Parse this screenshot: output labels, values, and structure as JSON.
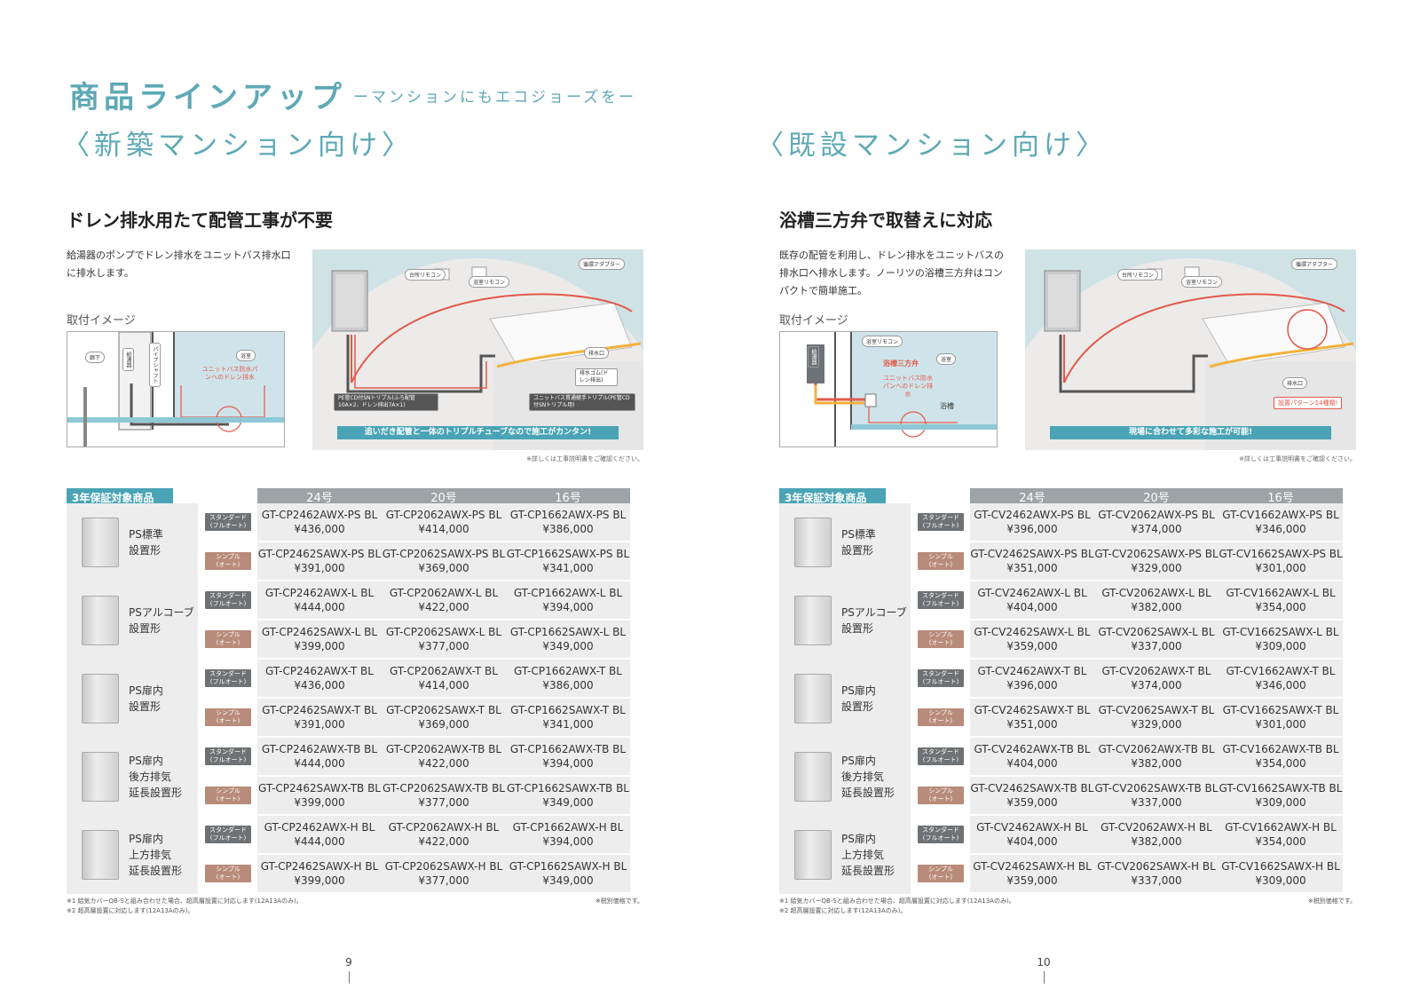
{
  "header": {
    "main_title": "商品ラインアップ",
    "sub_title": "ーマンションにもエコジョーズをー",
    "left_title": "〈新築マンション向け〉",
    "right_title": "〈既設マンション向け〉"
  },
  "left": {
    "heading": "ドレン排水用たて配管工事が不要",
    "intro": "給湯器のポンプでドレン排水をユニットバス排水口に排水します。",
    "install_label": "取付イメージ",
    "diagram_labels": [
      "廊下",
      "給湯器",
      "パイプシャフト",
      "浴室",
      "ユニットバス防水パンへのドレン排水"
    ],
    "photo_labels": [
      "台所リモコン",
      "浴室リモコン",
      "循環アダプター",
      "排水口",
      "排水ゴム(ドレン排出)",
      "PE管CD付SNトリプル(ふろ配管10A×2、ドレン排出7A×1)",
      "ユニットバス貫通継手トリプル(PE管CD付SNトリプル用)"
    ],
    "banner": "追いだき配管と一体のトリプルチューブなので施工がカンタン!",
    "note": "※詳しくは工事説明書をご確認ください。",
    "page_number": "9",
    "rows": [
      {
        "name": "PS標準\n設置形",
        "std": [
          "GT-CP2462AWX-PS BL\n¥436,000",
          "GT-CP2062AWX-PS BL\n¥414,000",
          "GT-CP1662AWX-PS BL\n¥386,000"
        ],
        "sim": [
          "GT-CP2462SAWX-PS BL\n¥391,000",
          "GT-CP2062SAWX-PS BL\n¥369,000",
          "GT-CP1662SAWX-PS BL\n¥341,000"
        ]
      },
      {
        "name": "PSアルコーブ\n設置形",
        "std": [
          "GT-CP2462AWX-L BL\n¥444,000",
          "GT-CP2062AWX-L BL\n¥422,000",
          "GT-CP1662AWX-L BL\n¥394,000"
        ],
        "sim": [
          "GT-CP2462SAWX-L BL\n¥399,000",
          "GT-CP2062SAWX-L BL\n¥377,000",
          "GT-CP1662SAWX-L BL\n¥349,000"
        ]
      },
      {
        "name": "PS扉内\n設置形",
        "std": [
          "GT-CP2462AWX-T BL\n¥436,000",
          "GT-CP2062AWX-T BL\n¥414,000",
          "GT-CP1662AWX-T BL\n¥386,000"
        ],
        "sim": [
          "GT-CP2462SAWX-T BL\n¥391,000",
          "GT-CP2062SAWX-T BL\n¥369,000",
          "GT-CP1662SAWX-T BL\n¥341,000"
        ]
      },
      {
        "name": "PS扉内\n後方排気\n延長設置形",
        "std": [
          "GT-CP2462AWX-TB BL\n¥444,000",
          "GT-CP2062AWX-TB BL\n¥422,000",
          "GT-CP1662AWX-TB BL\n¥394,000"
        ],
        "sim": [
          "GT-CP2462SAWX-TB BL\n¥399,000",
          "GT-CP2062SAWX-TB BL\n¥377,000",
          "GT-CP1662SAWX-TB BL\n¥349,000"
        ]
      },
      {
        "name": "PS扉内\n上方排気\n延長設置形",
        "std": [
          "GT-CP2462AWX-H BL\n¥444,000",
          "GT-CP2062AWX-H BL\n¥422,000",
          "GT-CP1662AWX-H BL\n¥394,000"
        ],
        "sim": [
          "GT-CP2462SAWX-H BL\n¥399,000",
          "GT-CP2062SAWX-H BL\n¥377,000",
          "GT-CP1662SAWX-H BL\n¥349,000"
        ]
      }
    ]
  },
  "right": {
    "heading": "浴槽三方弁で取替えに対応",
    "intro": "既存の配管を利用し、ドレン排水をユニットバスの排水口へ排水します。ノーリツの浴槽三方弁はコンパクトで簡単施工。",
    "install_label": "取付イメージ",
    "diagram_labels": [
      "給湯器",
      "浴室リモコン",
      "浴槽三方弁",
      "浴室",
      "ユニットバス防水パンへのドレン排水",
      "浴槽"
    ],
    "photo_labels": [
      "台所リモコン",
      "浴室リモコン",
      "循環アダプター",
      "排水口",
      "設置パターン14種類!"
    ],
    "banner": "現場に合わせて多彩な施工が可能!",
    "note": "※詳しくは工事説明書をご確認ください。",
    "page_number": "10",
    "rows": [
      {
        "name": "PS標準\n設置形",
        "std": [
          "GT-CV2462AWX-PS BL\n¥396,000",
          "GT-CV2062AWX-PS BL\n¥374,000",
          "GT-CV1662AWX-PS BL\n¥346,000"
        ],
        "sim": [
          "GT-CV2462SAWX-PS BL\n¥351,000",
          "GT-CV2062SAWX-PS BL\n¥329,000",
          "GT-CV1662SAWX-PS BL\n¥301,000"
        ]
      },
      {
        "name": "PSアルコーブ\n設置形",
        "std": [
          "GT-CV2462AWX-L BL\n¥404,000",
          "GT-CV2062AWX-L BL\n¥382,000",
          "GT-CV1662AWX-L BL\n¥354,000"
        ],
        "sim": [
          "GT-CV2462SAWX-L BL\n¥359,000",
          "GT-CV2062SAWX-L BL\n¥337,000",
          "GT-CV1662SAWX-L BL\n¥309,000"
        ]
      },
      {
        "name": "PS扉内\n設置形",
        "std": [
          "GT-CV2462AWX-T BL\n¥396,000",
          "GT-CV2062AWX-T BL\n¥374,000",
          "GT-CV1662AWX-T BL\n¥346,000"
        ],
        "sim": [
          "GT-CV2462SAWX-T BL\n¥351,000",
          "GT-CV2062SAWX-T BL\n¥329,000",
          "GT-CV1662SAWX-T BL\n¥301,000"
        ]
      },
      {
        "name": "PS扉内\n後方排気\n延長設置形",
        "std": [
          "GT-CV2462AWX-TB BL\n¥404,000",
          "GT-CV2062AWX-TB BL\n¥382,000",
          "GT-CV1662AWX-TB BL\n¥354,000"
        ],
        "sim": [
          "GT-CV2462SAWX-TB BL\n¥359,000",
          "GT-CV2062SAWX-TB BL\n¥337,000",
          "GT-CV1662SAWX-TB BL\n¥309,000"
        ]
      },
      {
        "name": "PS扉内\n上方排気\n延長設置形",
        "std": [
          "GT-CV2462AWX-H BL\n¥404,000",
          "GT-CV2062AWX-H BL\n¥382,000",
          "GT-CV1662AWX-H BL\n¥354,000"
        ],
        "sim": [
          "GT-CV2462SAWX-H BL\n¥359,000",
          "GT-CV2062SAWX-H BL\n¥337,000",
          "GT-CV1662SAWX-H BL\n¥309,000"
        ]
      }
    ]
  },
  "table": {
    "warranty_label": "3年保証対象商品",
    "columns": [
      "24号",
      "20号",
      "16号"
    ],
    "standard_badge": "スタンダード\n(フルオート)",
    "simple_badge": "シンプル\n(オート)",
    "footnotes": "※1 給気カバーQB-Sと組み合わせた場合、超高層設置に対応します(12A13Aのみ)。\n※2 超高層設置に対応します(12A13Aのみ)。",
    "tax_note": "※税別価格です。"
  },
  "colors": {
    "accent": "#5ea9b6",
    "banner": "#4aa4b5",
    "header_gray": "#9ea3a6",
    "standard_badge": "#6f7275",
    "simple_badge": "#b88b7a",
    "cell_bg": "#ededee",
    "pipe_red": "#e25a4a"
  }
}
